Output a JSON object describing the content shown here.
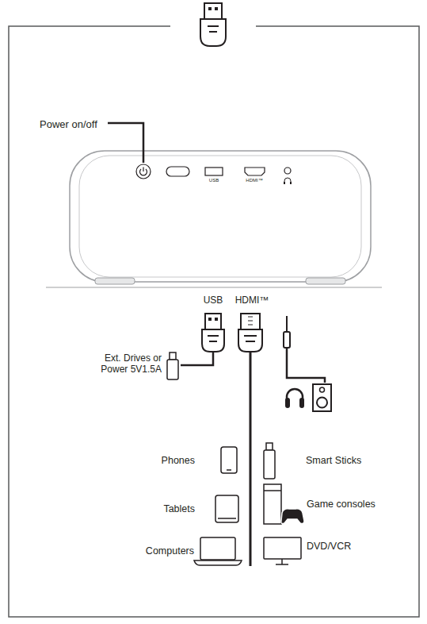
{
  "diagram": {
    "labels": [
      "Power on/off",
      "USB",
      "HDMI™",
      "USB",
      "HDMI™",
      "Ext. Drives or Power 5V1.5A",
      "Phones",
      "Tablets",
      "Computers",
      "Smart Sticks",
      "Game consoles",
      "DVD/VCR"
    ]
  }
}
